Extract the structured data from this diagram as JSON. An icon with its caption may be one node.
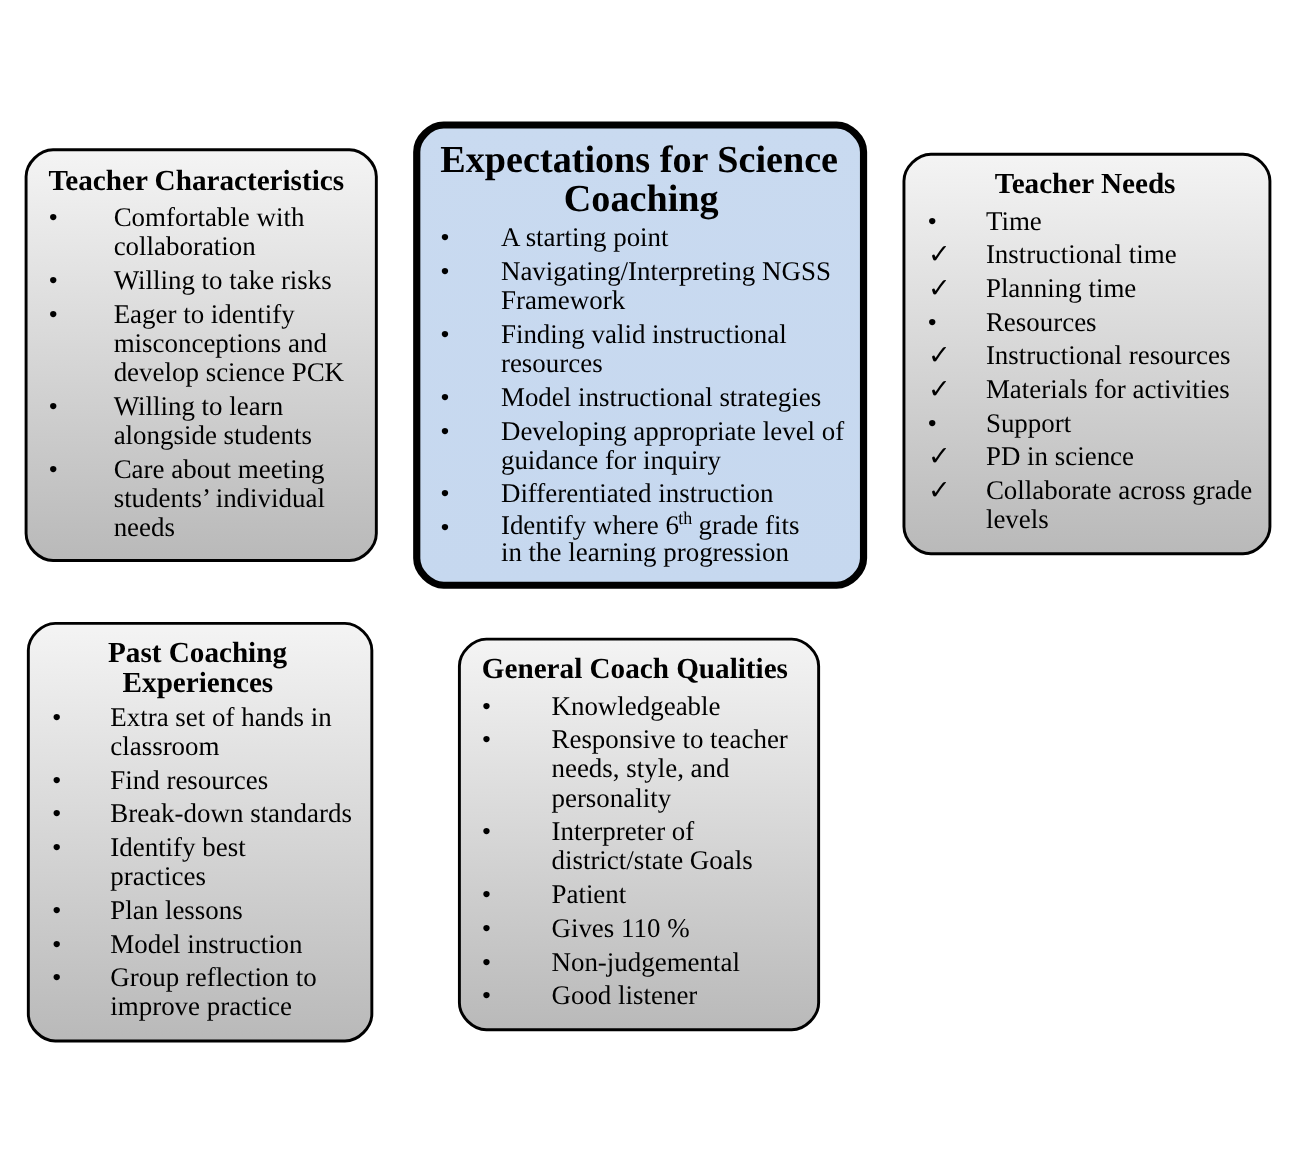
{
  "diagram": {
    "nodes": [
      {
        "text": [
          "Teacher Characteristics",
          "• Comfortable with collaboration",
          "• Willing to take risks",
          "• Eager to identify misconceptions and develop science PCK",
          "• Willing to learn alongside students",
          "• Care about meeting students’ individual needs"
        ]
      },
      {
        "text": [
          "Teacher Needs",
          "• Time",
          "✓ Instructional time",
          "✓ Planning time",
          "• Resources",
          "✓ Instructional resources",
          "✓ Materials for activities",
          "• Support",
          "✓ PD in science",
          "✓ Collaborate across grade levels"
        ]
      },
      {
        "text": [
          "Expectations for Science Coaching",
          "• A starting point",
          "• Navigating/Interpreting NGSS Framework",
          "• Finding valid instructional resources",
          "• Model instructional strategies",
          "• Developing appropriate level of guidance for inquiry",
          "• Differentiated instruction",
          "• Identify where 6$^{th}$ grade fits in the learning progression"
        ]
      },
      {
        "text": [
          "Past Coaching Experiences",
          "• Extra set of hands in classroom",
          "• Find resources",
          "• Break-down standards",
          "• Identify best practices",
          "• Plan lessons",
          "• Model instruction",
          "• Group reflection to improve practice"
        ]
      },
      {
        "text": [
          "General Coach Qualities",
          "• Knowledgeable",
          "• Responsive to teacher needs, style, and personality",
          "• Interpreter of district/state Goals",
          "• Patient",
          "• Gives 110 %",
          "• Non-judgemental",
          "• Good listener"
        ]
      }
    ],
    "edges": []
  }
}
